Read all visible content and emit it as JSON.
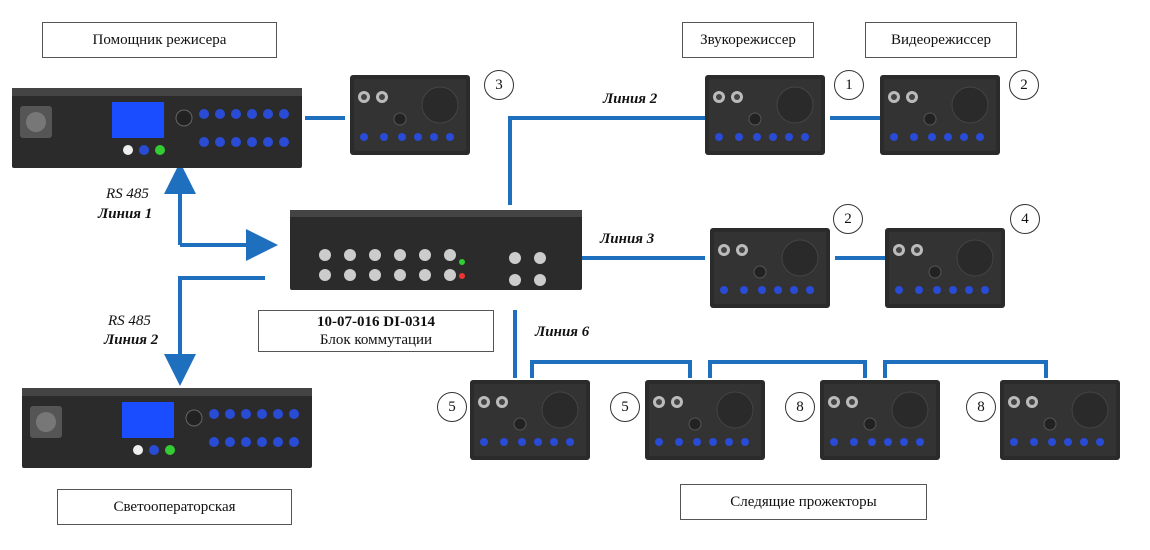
{
  "labels": {
    "assistant_director": "Помощник режисера",
    "sound_director": "Звукорежиссер",
    "video_director": "Видеорежиссер",
    "light_operator": "Светооператорская",
    "followspots": "Следящие прожекторы",
    "switch_model": "10-07-016 DI-0314",
    "switch_name": "Блок коммутации",
    "rs485_a": "RS 485",
    "line1": "Линия 1",
    "rs485_b": "RS 485",
    "line2_left": "Линия 2",
    "line2": "Линия 2",
    "line3": "Линия 3",
    "line6": "Линия 6"
  },
  "numbers": {
    "n3": "3",
    "n1": "1",
    "n2a": "2",
    "n2b": "2",
    "n4": "4",
    "n5a": "5",
    "n5b": "5",
    "n8a": "8",
    "n8b": "8"
  },
  "colors": {
    "line": "#1f6fbf",
    "device": "#2b2b2b",
    "screen": "#1a4dff",
    "button": "#2a4bd6"
  }
}
